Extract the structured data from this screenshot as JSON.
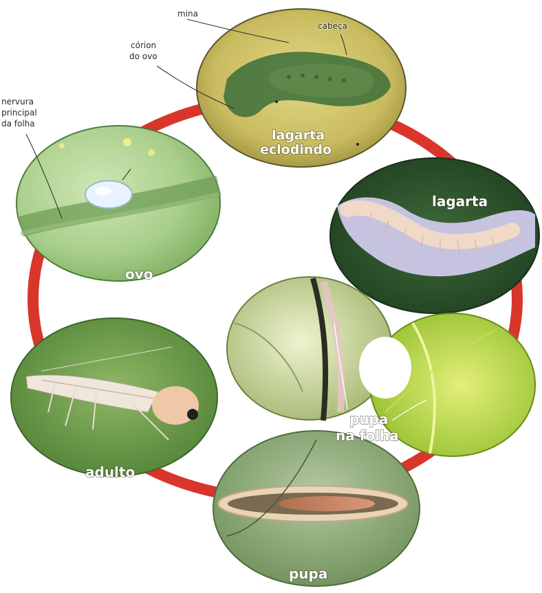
{
  "stages": {
    "hatching": "lagarta eclodindo",
    "larva": "lagarta",
    "pupa_leaf_line1": "pupa",
    "pupa_leaf_line2": "na folha",
    "pupa": "pupa",
    "adult": "adulto",
    "egg": "ovo"
  },
  "annotations": {
    "mina": "mina",
    "cabeca": "cabeça",
    "corion_line1": "córion",
    "corion_line2": "do ovo",
    "nervura_line1": "nervura",
    "nervura_line2": "principal",
    "nervura_line3": "da folha"
  },
  "colors": {
    "cycle_ring": "#d9352a",
    "background": "#ffffff"
  }
}
